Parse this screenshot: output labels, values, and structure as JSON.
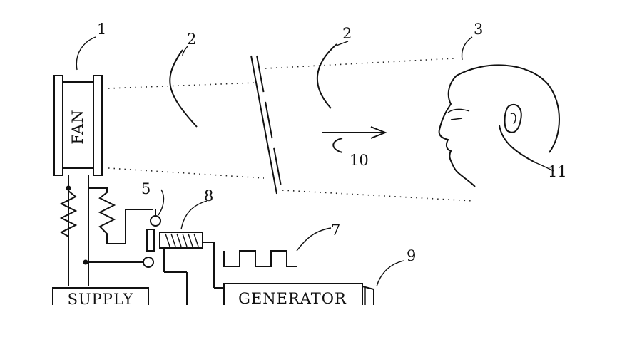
{
  "labels": {
    "fan": "FAN",
    "supply": "SUPPLY",
    "generator": "GENERATOR"
  },
  "refs": {
    "r1": "1",
    "r2a": "2",
    "r2b": "2",
    "r3": "3",
    "r5": "5",
    "r7": "7",
    "r8": "8",
    "r9": "9",
    "r10": "10",
    "r11": "11"
  }
}
